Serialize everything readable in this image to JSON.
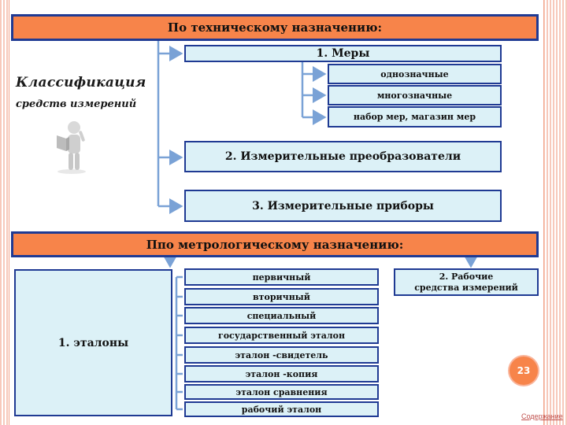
{
  "header_technical": "По техническому назначению:",
  "header_metrological": "Ппо метрологическому назначению:",
  "side_title": {
    "line1": "Классификация",
    "line2": "средств измерений"
  },
  "technical": {
    "measures": {
      "label": "1. Меры",
      "subitems": [
        "однозначные",
        "многозначные",
        "набор мер, магазин мер"
      ]
    },
    "converters": "2. Измерительные преобразователи",
    "instruments": "3. Измерительные приборы"
  },
  "metrological": {
    "etalons": {
      "label": "1.  эталоны",
      "subitems": [
        "первичный",
        "вторичный",
        "специальный",
        "государственный эталон",
        "эталон -свидетель",
        "эталон -копия",
        "эталон сравнения",
        "рабочий эталон"
      ]
    },
    "working": {
      "line1": "2. Рабочие",
      "line2": "средства измерений"
    }
  },
  "page_number": "23",
  "footer_link": "Содержание",
  "colors": {
    "orange": "#f7844a",
    "blue_fill": "#dcf1f7",
    "border": "#1f3a93",
    "connector": "#7aa2d6"
  }
}
